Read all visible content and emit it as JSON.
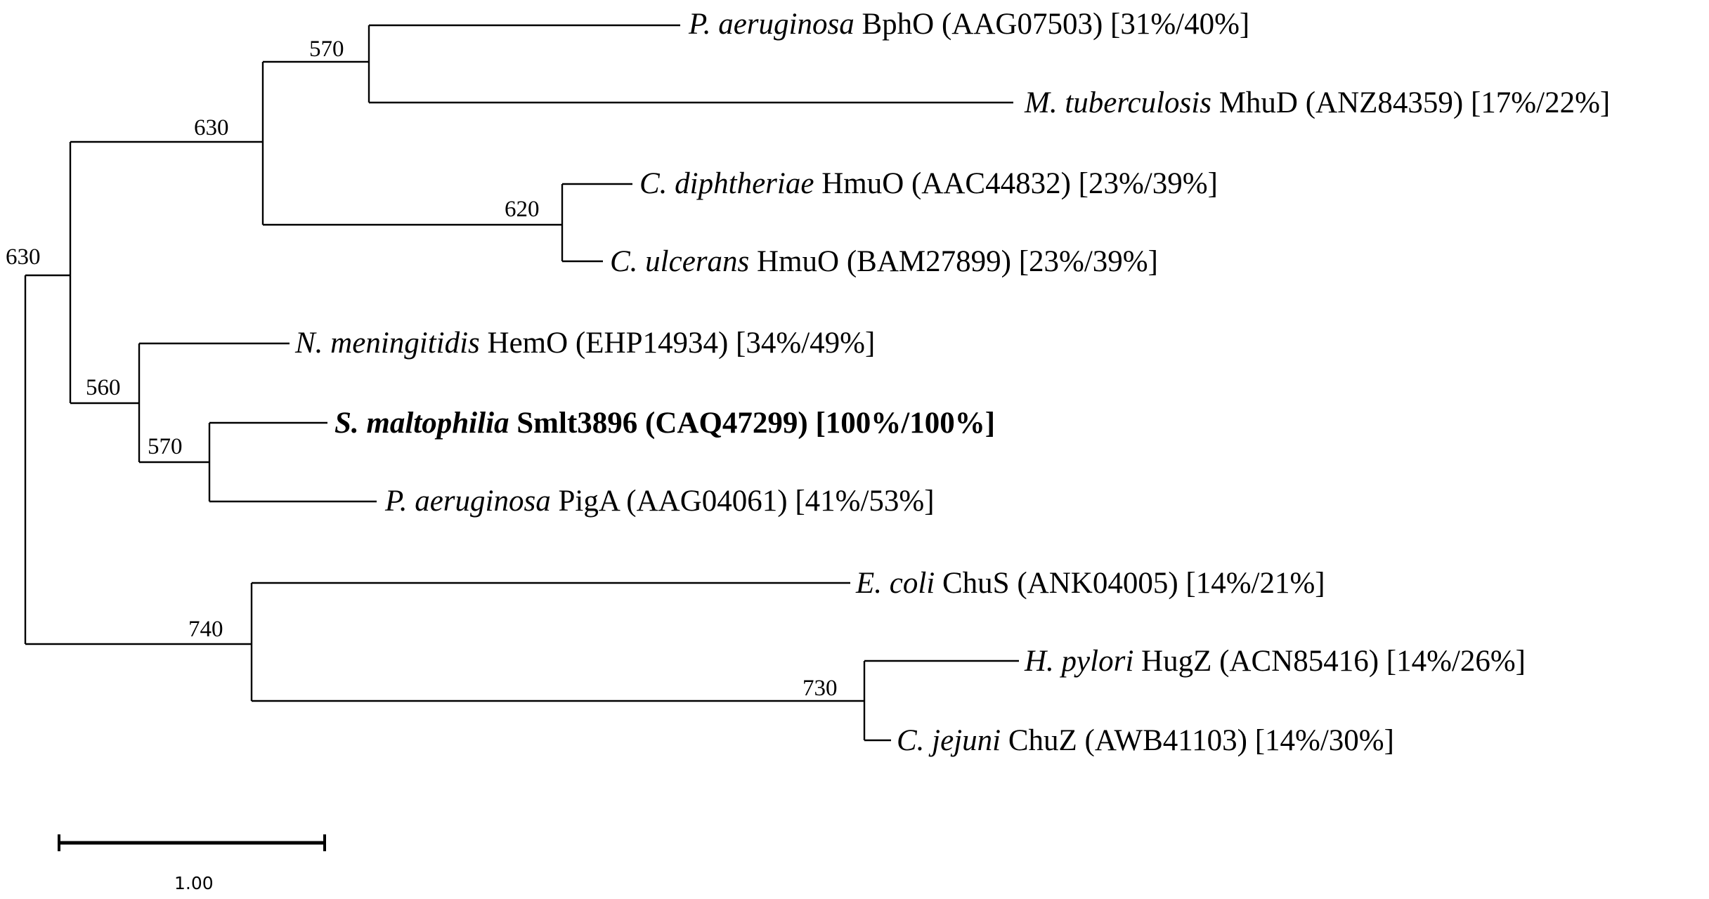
{
  "tree": {
    "leaves": [
      {
        "species": "P. aeruginosa",
        "rest": " BphO (AAG07503) [31%/40%]"
      },
      {
        "species": "M. tuberculosis",
        "rest": " MhuD (ANZ84359) [17%/22%]"
      },
      {
        "species": "C. diphtheriae",
        "rest": " HmuO (AAC44832) [23%/39%]"
      },
      {
        "species": "C. ulcerans",
        "rest": " HmuO (BAM27899) [23%/39%]"
      },
      {
        "species": "N. meningitidis",
        "rest": " HemO (EHP14934) [34%/49%]"
      },
      {
        "species": "S. maltophilia",
        "rest": " Smlt3896 (CAQ47299) [100%/100%]",
        "bold": true
      },
      {
        "species": "P. aeruginosa",
        "rest": " PigA (AAG04061) [41%/53%]"
      },
      {
        "species": "E. coli",
        "rest": " ChuS (ANK04005) [14%/21%]"
      },
      {
        "species": "H. pylori",
        "rest": " HugZ (ACN85416) [14%/26%]"
      },
      {
        "species": "C. jejuni",
        "rest": " ChuZ (AWB41103) [14%/30%]"
      }
    ],
    "bootstrap": {
      "root": "630",
      "n630_upper": "630",
      "n570_upper": "570",
      "n620": "620",
      "n560": "560",
      "n570_lower": "570",
      "n740": "740",
      "n730": "730"
    },
    "scale_bar_label": "1.00"
  }
}
